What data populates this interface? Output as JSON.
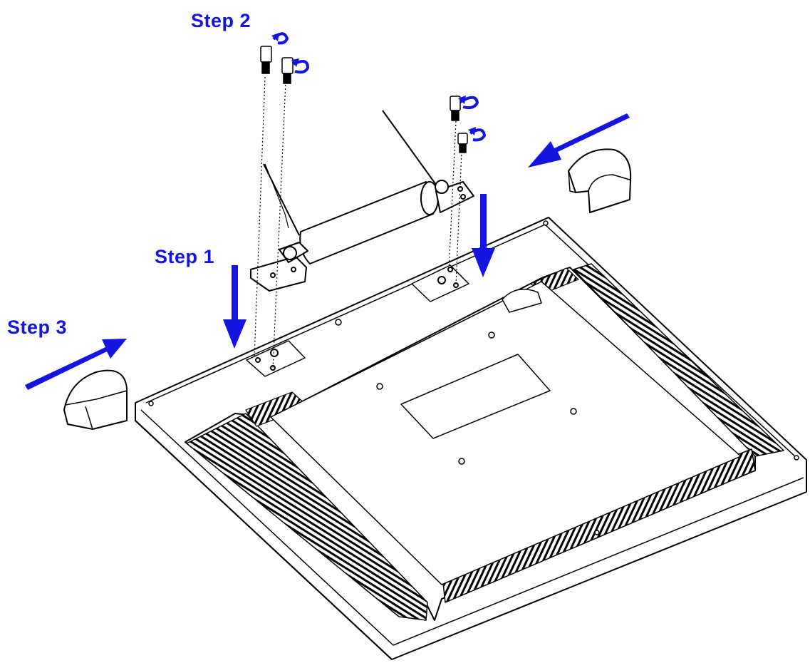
{
  "labels": {
    "step1": "Step 1",
    "step2": "Step 2",
    "step3": "Step 3"
  },
  "colors": {
    "arrow": "#1414e0",
    "line": "#000000",
    "fill": "#ffffff",
    "label": "#1414e0"
  }
}
